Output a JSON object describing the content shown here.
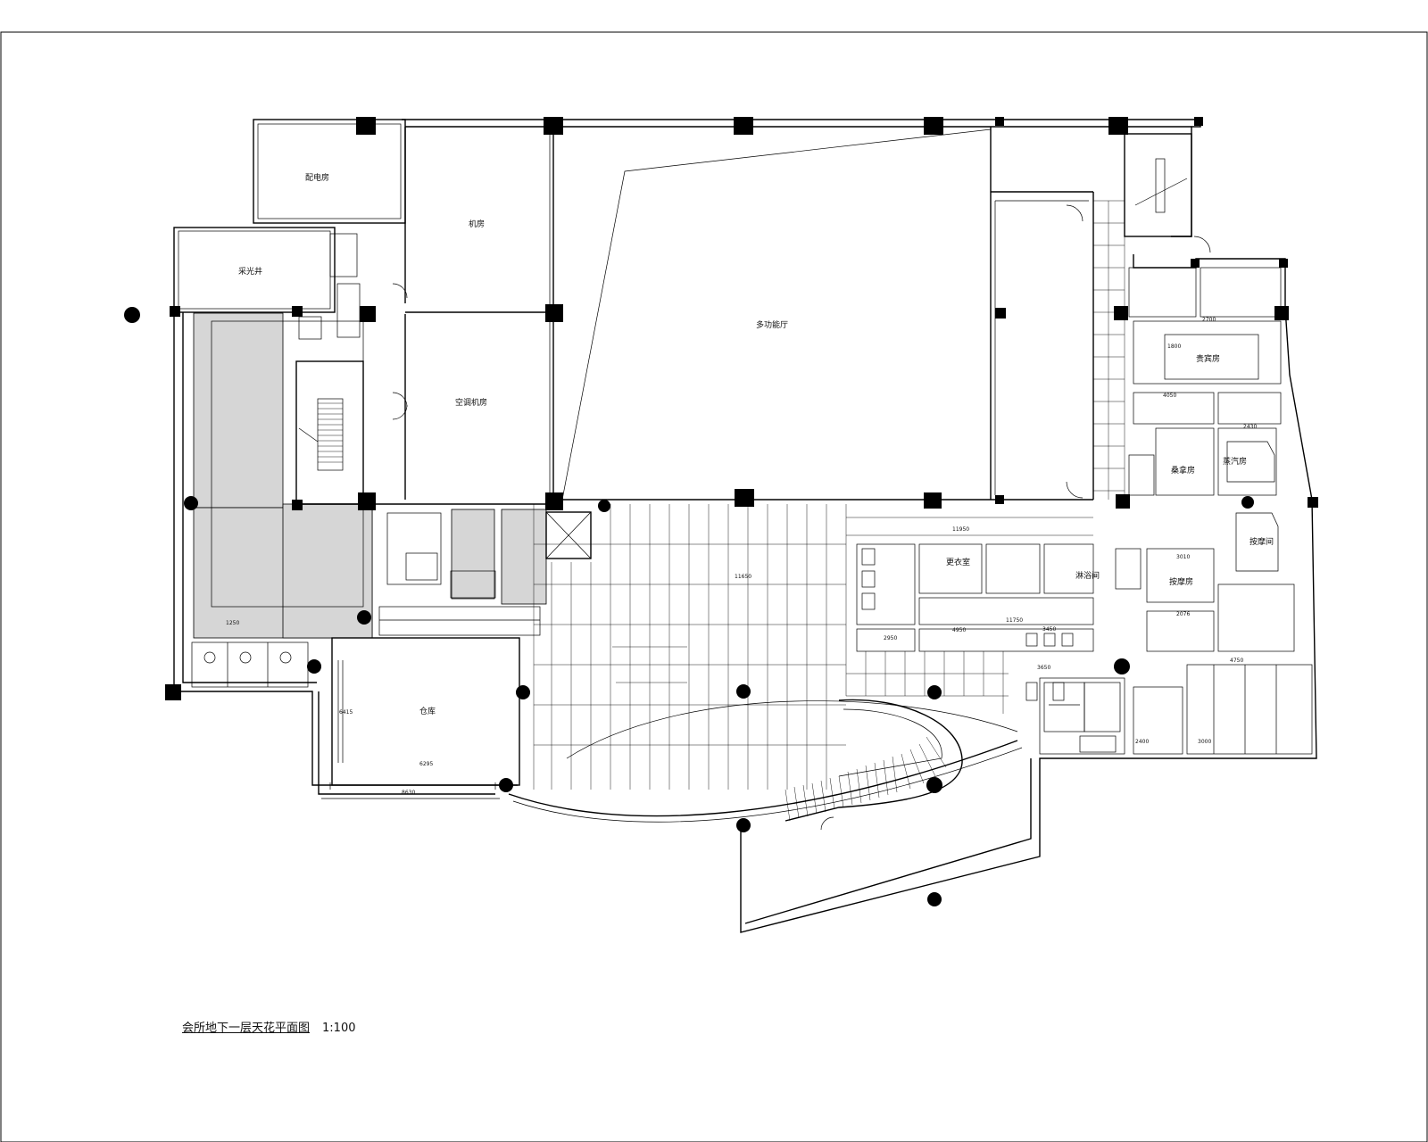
{
  "drawing": {
    "caption": "会所地下一层天花平面图",
    "scale": "1:100"
  },
  "rooms": {
    "equipment_room": "配电房",
    "light_well": "采光井",
    "machine_room": "机房",
    "multi_hall": "多功能厅",
    "air_room": "空调机房",
    "storage": "仓库",
    "changing_room": "更衣室",
    "shower": "淋浴间",
    "massage_1": "按摩房",
    "massage_2": "按摩间",
    "sauna": "桑拿房",
    "steam": "蒸汽房",
    "vip": "贵宾房"
  },
  "dimensions": {
    "d1": "11950",
    "d2": "11650",
    "d3": "11750",
    "d4": "3450",
    "d5": "4950",
    "d6": "2950",
    "d7": "6295",
    "d8": "8630",
    "d9": "6415",
    "d10": "4750",
    "d11": "3650",
    "d12": "2700",
    "d13": "2430",
    "d14": "4050",
    "d15": "1800",
    "d16": "3010",
    "d17": "2076",
    "d18": "1250",
    "d19": "2400",
    "d20": "3000"
  }
}
